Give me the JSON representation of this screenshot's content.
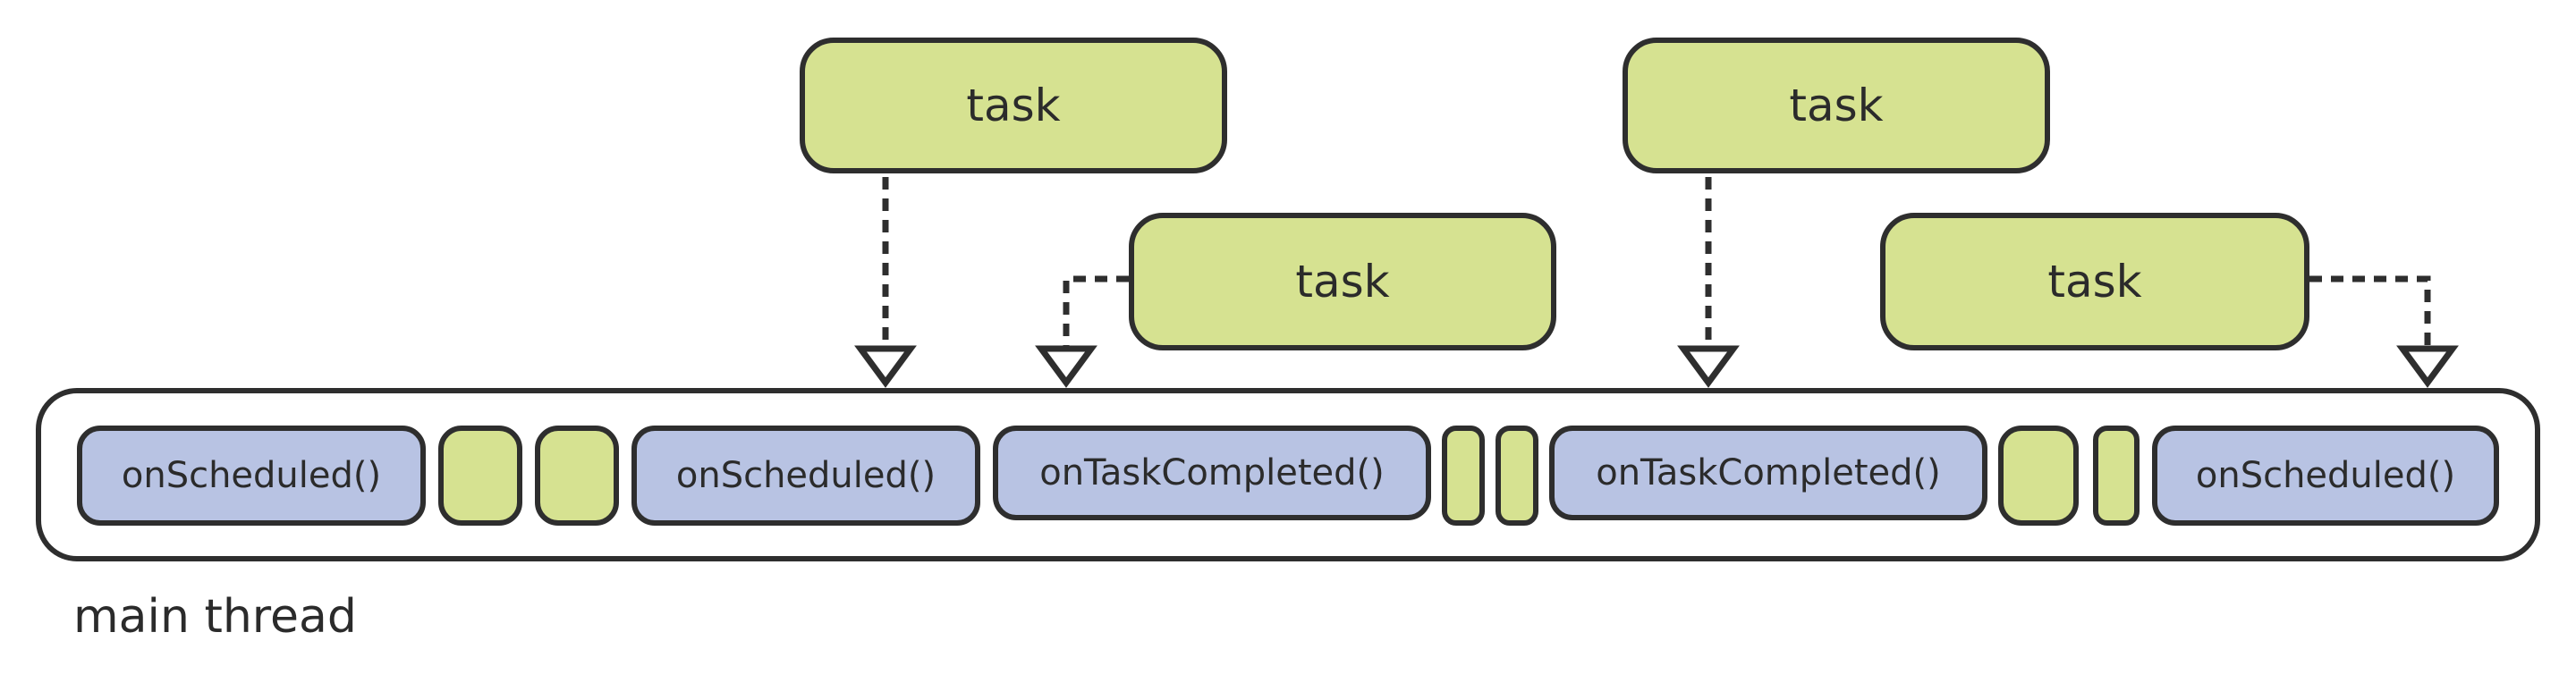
{
  "diagram": {
    "tasks": [
      {
        "label": "task"
      },
      {
        "label": "task"
      },
      {
        "label": "task"
      },
      {
        "label": "task"
      }
    ],
    "thread": {
      "label": "main thread",
      "segments": [
        {
          "kind": "call",
          "label": "onScheduled()"
        },
        {
          "kind": "work",
          "label": ""
        },
        {
          "kind": "work",
          "label": ""
        },
        {
          "kind": "call",
          "label": "onScheduled()"
        },
        {
          "kind": "call",
          "label": "onTaskCompleted()"
        },
        {
          "kind": "work",
          "label": ""
        },
        {
          "kind": "work",
          "label": ""
        },
        {
          "kind": "call",
          "label": "onTaskCompleted()"
        },
        {
          "kind": "work",
          "label": ""
        },
        {
          "kind": "work",
          "label": ""
        },
        {
          "kind": "call",
          "label": "onScheduled()"
        }
      ]
    },
    "colors": {
      "task_fill": "#d6e291",
      "call_fill": "#b8c3e3",
      "work_fill": "#d6e291",
      "stroke": "#2e2e2e"
    }
  }
}
